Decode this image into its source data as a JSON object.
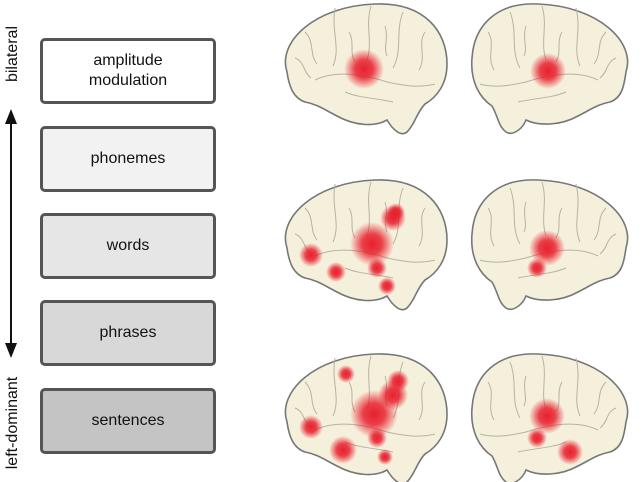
{
  "axis": {
    "top_label": "bilateral",
    "bottom_label": "left-dominant"
  },
  "levels": [
    {
      "label": "amplitude\nmodulation",
      "fill": "#ffffff"
    },
    {
      "label": "phonemes",
      "fill": "#f2f2f3"
    },
    {
      "label": "words",
      "fill": "#e6e6e7"
    },
    {
      "label": "phrases",
      "fill": "#d8d8d9"
    },
    {
      "label": "sentences",
      "fill": "#c4c4c5"
    }
  ],
  "colors": {
    "brain_fill": "#f5f0dc",
    "brain_outline": "#777777",
    "activation": "#e8202e"
  }
}
